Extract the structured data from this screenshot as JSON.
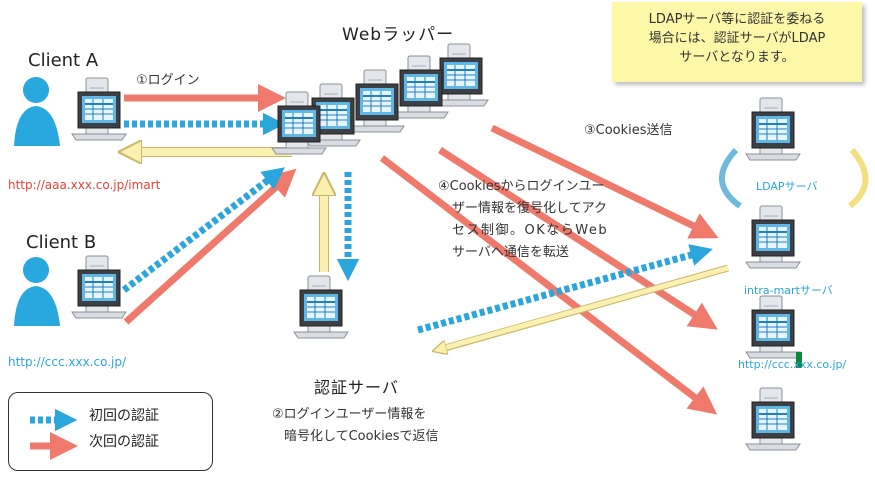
{
  "clients": [
    {
      "name": "Client A",
      "url": "http://aaa.xxx.co.jp/imart"
    },
    {
      "name": "Client B",
      "url": "http://ccc.xxx.co.jp/"
    }
  ],
  "web_wrapper": {
    "title": "Webラッパー"
  },
  "auth_server": {
    "title": "認証サーバ"
  },
  "steps": {
    "login": "①ログイン",
    "encrypt_line1": "②ログインユーザー情報を",
    "encrypt_line2": "暗号化してCookiesで返信",
    "send_cookies": "③Cookies送信",
    "decrypt_line1": "④Cookiesからログインユー",
    "decrypt_line2": "ザー情報を復号化してアク",
    "decrypt_line3": "セス制御。OKならWeb",
    "decrypt_line4": "サーバへ通信を転送"
  },
  "servers": {
    "ldap": "LDAPサーバ",
    "intra_mart": "intra-martサーバ",
    "ccc_url": "http://ccc.xxx.co.jp/"
  },
  "note": "LDAPサーバ等に認証を委ねる\n場合には、認証サーバがLDAP\nサーバとなります。",
  "legend": {
    "first_auth": "初回の認証",
    "next_auth": "次回の認証"
  },
  "colors": {
    "first_auth_arrow": "#2aa6dc",
    "next_auth_arrow": "#ef7a6c",
    "reply_arrow": "#fbf0b0",
    "note_bg": "#fdf7a8",
    "url_red": "#e8413a",
    "url_blue": "#2aa6dc"
  },
  "icons": [
    "user-icon",
    "computer-icon",
    "server-tower-icon"
  ]
}
